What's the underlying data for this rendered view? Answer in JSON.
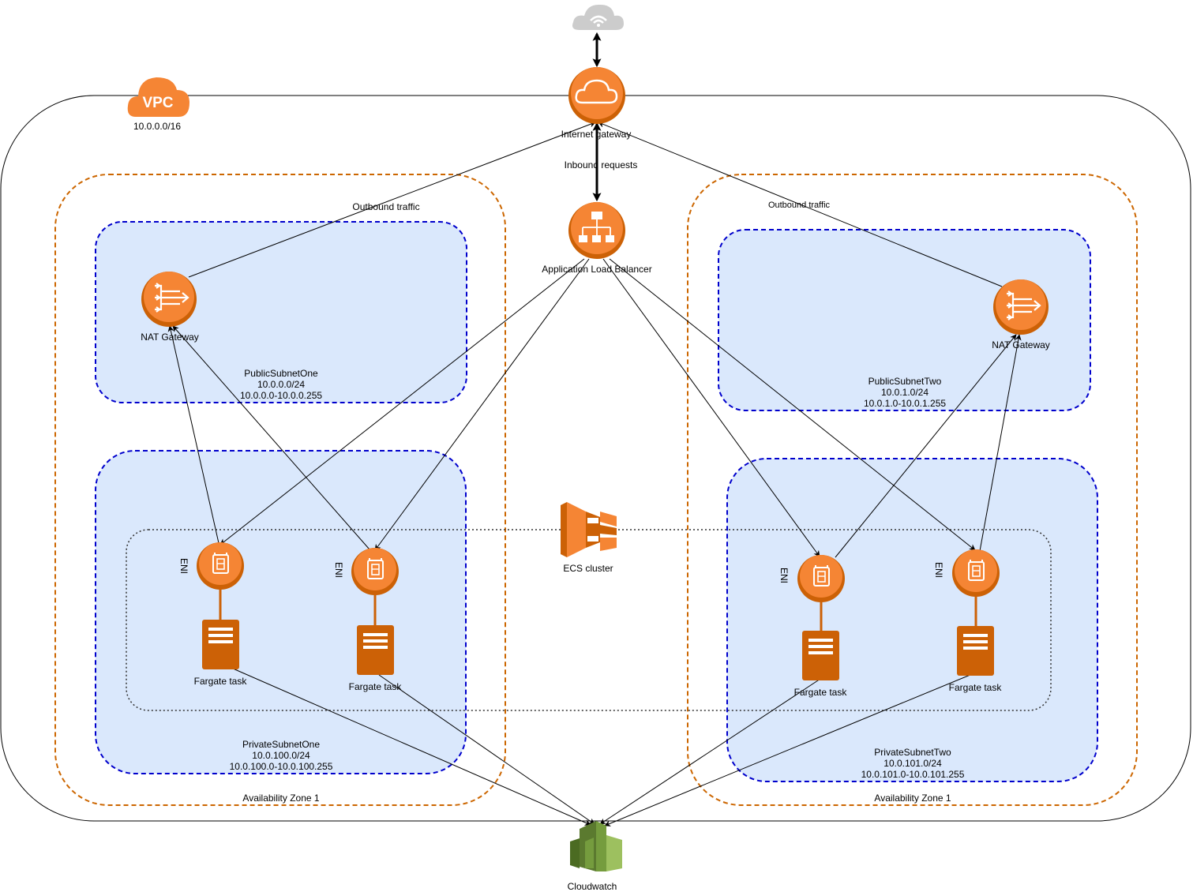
{
  "vpc": {
    "badge": "VPC",
    "cidr": "10.0.0.0/16"
  },
  "internet_gateway": {
    "label": "Internet gateway"
  },
  "inbound_label": "Inbound requests",
  "alb": {
    "label": "Application Load Balancer"
  },
  "outbound_labels": [
    "Outbound traffic",
    "Outbound traffic"
  ],
  "availability_zones": [
    "Availability Zone 1",
    "Availability Zone 1"
  ],
  "public_subnets": [
    {
      "name": "PublicSubnetOne",
      "cidr": "10.0.0.0/24",
      "range": "10.0.0.0-10.0.0.255"
    },
    {
      "name": "PublicSubnetTwo",
      "cidr": "10.0.1.0/24",
      "range": "10.0.1.0-10.0.1.255"
    }
  ],
  "private_subnets": [
    {
      "name": "PrivateSubnetOne",
      "cidr": "10.0.100.0/24",
      "range": "10.0.100.0-10.0.100.255"
    },
    {
      "name": "PrivateSubnetTwo",
      "cidr": "10.0.101.0/24",
      "range": "10.0.101.0-10.0.101.255"
    }
  ],
  "nat_gateways": [
    "NAT Gateway",
    "NAT Gateway"
  ],
  "eni_labels": [
    "ENI",
    "ENI",
    "ENI",
    "ENI"
  ],
  "fargate_tasks": [
    "Fargate task",
    "Fargate task",
    "Fargate task",
    "Fargate task"
  ],
  "ecs_cluster": {
    "label": "ECS cluster"
  },
  "cloudwatch": {
    "label": "Cloudwatch"
  },
  "colors": {
    "aws_orange": "#f58534",
    "aws_dark_orange": "#cc6106",
    "subnet_fill": "#dae8fc",
    "subnet_border": "#0000cc",
    "az_border": "#cc6600",
    "cloudwatch_green": "#759c3e",
    "cloud_gray": "#cccccc"
  },
  "icons": [
    "internet-cloud-icon",
    "internet-gateway-icon",
    "load-balancer-icon",
    "nat-gateway-icon",
    "eni-icon",
    "fargate-task-icon",
    "ecs-cluster-icon",
    "cloudwatch-icon",
    "vpc-cloud-icon"
  ]
}
